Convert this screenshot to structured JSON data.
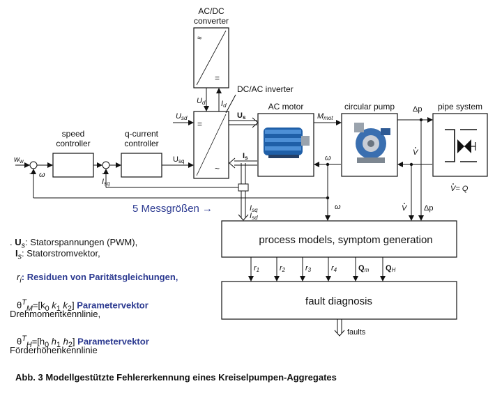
{
  "blocks": {
    "acdc": "AC/DC",
    "converter": "converter",
    "dcac_inverter": "DC/AC inverter",
    "ac_motor": "AC motor",
    "circular_pump": "circular pump",
    "pipe_system": "pipe system",
    "speed1": "speed",
    "speed2": "controller",
    "qcur1": "q-current",
    "qcur2": "controller",
    "process_models": "process models, symptom generation",
    "fault_diagnosis": "fault diagnosis"
  },
  "signals": {
    "w_w": "w",
    "w_w_sub": "w",
    "omega": "ω",
    "i_sq": "I",
    "i_sq_sub": "sq",
    "u_sd": "U",
    "u_sd_sub": "sd",
    "u_sq": "U",
    "u_sq_sub": "sq",
    "u_d": "U",
    "u_d_sub": "d",
    "i_d": "I",
    "i_d_sub": "d",
    "us_bold": "U",
    "us_sub": "s",
    "is_bold": "I",
    "is_sub": "s",
    "m_mot": "M",
    "m_mot_sub": "mot",
    "delta_p": "Δp",
    "v_dot": "V",
    "v_eq_q": "= Q",
    "isq2": "I",
    "isq2_sub": "sq",
    "isd2": "I",
    "isd2_sub": "sd",
    "messgroessen": "5 Messgrößen →",
    "faults": "faults",
    "minus": "-",
    "rect_equal": "=",
    "rect_tilde": "~",
    "rect_approx": "≈"
  },
  "residuals": [
    {
      "main": "r",
      "sub": "1"
    },
    {
      "main": "r",
      "sub": "2"
    },
    {
      "main": "r",
      "sub": "3"
    },
    {
      "main": "r",
      "sub": "4"
    },
    {
      "main": "Q",
      "sub": "m"
    },
    {
      "main": "Q",
      "sub": "H"
    }
  ],
  "legend": {
    "l1_dot": ". ",
    "l1_sym": "U",
    "l1_sub": "s",
    "l1_text": ": Statorspannungen (PWM),",
    "l2_sym": "I",
    "l2_sub": "s",
    "l2_text": ":  Statorstromvektor,",
    "l3_sym": "r",
    "l3_sub": "i",
    "l3_text": ": Residuen von Paritätsgleichungen,",
    "l4_theta": "θ",
    "l4_sup": "T",
    "l4_sub": "M",
    "l4_vec": "=[k",
    "l4_k0": "0",
    "l4_k1": " k",
    "l4_k1s": "1",
    "l4_k2": " k",
    "l4_k2s": "2",
    "l4_close": "]",
    "l4_bold": " Parametervektor",
    "l4_line2": "Drehmomentkennlinie,",
    "l5_theta": "θ",
    "l5_sup": "T",
    "l5_sub": "H",
    "l5_vec": "=[h",
    "l5_h0": "0",
    "l5_h1": " h",
    "l5_h1s": "1",
    "l5_h2": " h",
    "l5_h2s": "2",
    "l5_close": "]",
    "l5_bold": " Parametervektor",
    "l5_line2": "Förderhöhenkennlinie"
  },
  "caption": "Abb. 3 Modellgestützte Fehlererkennung eines Kreiselpumpen-Aggregates",
  "colors": {
    "accent": "#2b3990",
    "motor": "#1f5fa8",
    "pump": "#3a6fb0"
  }
}
